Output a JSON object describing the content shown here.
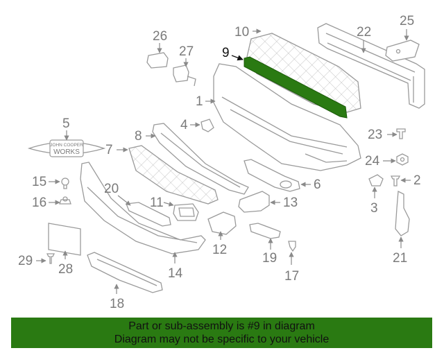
{
  "highlight": {
    "color": "#2a7a12",
    "callout": "9"
  },
  "banner": {
    "line1": "Part or sub-assembly is #9 in diagram",
    "line2": "Diagram may not be specific to your vehicle",
    "background": "#2a7a12"
  },
  "badge": {
    "line1": "JOHN COOPER",
    "line2": "WORKS"
  },
  "callouts": {
    "c1": "1",
    "c2": "2",
    "c3": "3",
    "c4": "4",
    "c5": "5",
    "c6": "6",
    "c7": "7",
    "c8": "8",
    "c9": "9",
    "c10": "10",
    "c11": "11",
    "c12": "12",
    "c13": "13",
    "c14": "14",
    "c15": "15",
    "c16": "16",
    "c17": "17",
    "c18": "18",
    "c19": "19",
    "c20": "20",
    "c21": "21",
    "c22": "22",
    "c23": "23",
    "c24": "24",
    "c25": "25",
    "c26": "26",
    "c27": "27",
    "c28": "28",
    "c29": "29"
  }
}
